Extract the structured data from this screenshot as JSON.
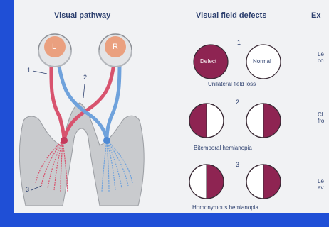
{
  "headings": {
    "pathway": "Visual pathway",
    "defects": "Visual field defects",
    "explanation": "Ex"
  },
  "pathway_labels": {
    "left_eye": "L",
    "right_eye": "R",
    "n1": "1",
    "n2": "2",
    "n3": "3"
  },
  "defects": {
    "row1": {
      "number": "1",
      "left_label": "Defect",
      "right_label": "Normal",
      "caption": "Unilateral field loss"
    },
    "row2": {
      "number": "2",
      "caption": "Bitemporal hemianopia"
    },
    "row3": {
      "number": "3",
      "caption": "Homonymous hemianopia"
    }
  },
  "explanation_fragments": {
    "e1_line1": "Le",
    "e1_line2": "co",
    "e2_line1": "Cl",
    "e2_line2": "fro",
    "e3_line1": "Le",
    "e3_line2": "ev"
  },
  "colors": {
    "frame_blue": "#1f4fd6",
    "panel": "#f1f2f4",
    "defect": "#8e2452",
    "nerve_red": "#d8536e",
    "nerve_blue": "#6fa2dc",
    "eye_iris": "#eaa07f",
    "brain_grey": "#c9cbce",
    "text": "#2c3f6e"
  }
}
